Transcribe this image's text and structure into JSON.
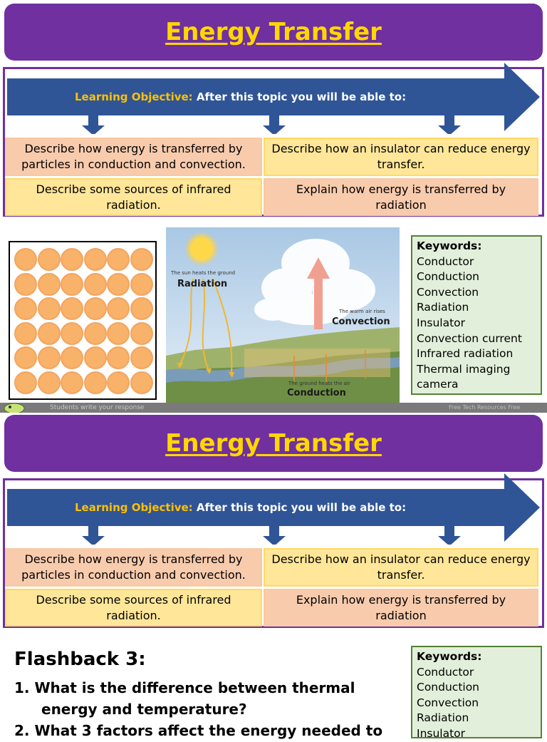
{
  "title": "Energy Transfer",
  "objective": {
    "lead": "Learning Objective:",
    "rest": "After this topic you will be able to:"
  },
  "objectives": [
    "Describe how energy is transferred by particles in conduction and convection.",
    "Describe how an insulator can reduce energy transfer.",
    "Describe some sources of infrared radiation.",
    "Explain how energy is transferred by radiation"
  ],
  "diagram": {
    "sun_caption": "The sun heats the ground",
    "radiation": "Radiation",
    "warm_caption": "The warm air rises",
    "convection": "Convection",
    "ground_caption": "The ground heats the air",
    "conduction": "Conduction"
  },
  "keywords": {
    "title": "Keywords:",
    "items": [
      "Conductor",
      "Conduction",
      "Convection",
      "Radiation",
      "Insulator",
      "Convection current",
      "Infrared radiation",
      "Thermal imaging camera"
    ]
  },
  "strip": {
    "left": "Students write your response",
    "right": "Free Tech Resources Free"
  },
  "flashback": {
    "title": "Flashback 3:",
    "q1": "1.  What is the difference between thermal",
    "q1b": "energy and temperature?",
    "q2": "2.  What 3 factors affect the energy needed to"
  },
  "colors": {
    "purple": "#7030a0",
    "gold": "#ffd700",
    "arrow_blue": "#2f5597",
    "salmon": "#f8cbad",
    "yellow": "#ffe699",
    "keyword_bg": "#e2efda"
  }
}
